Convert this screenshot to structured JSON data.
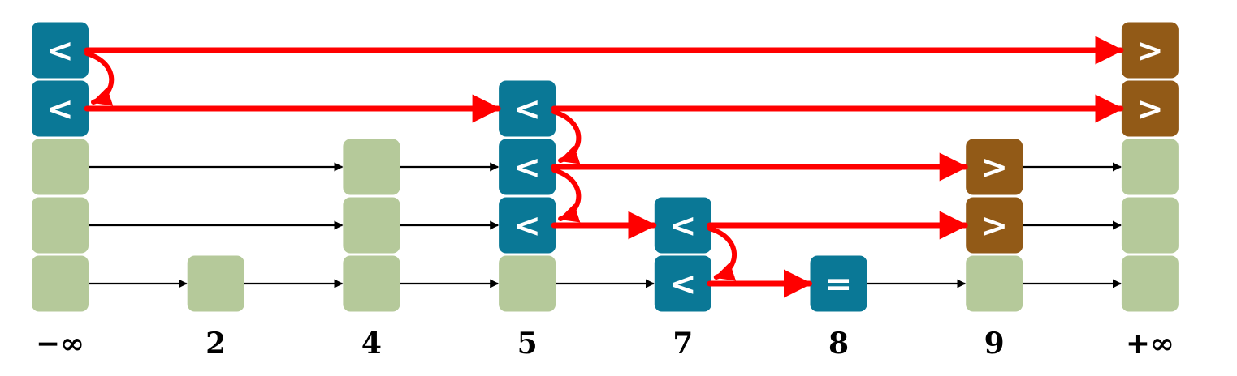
{
  "colors": {
    "empty_node": "#b5c99a",
    "less_node": "#0a7896",
    "greater_node": "#925a17",
    "equal_node": "#0a7896",
    "search_arrow": "#ff0000",
    "link_arrow": "#000000",
    "symbol_text": "#ffffff"
  },
  "symbols": {
    "less": "<",
    "greater": ">",
    "equal": "="
  },
  "columns": [
    {
      "key": "−∞",
      "height": 5
    },
    {
      "key": "2",
      "height": 1
    },
    {
      "key": "4",
      "height": 3
    },
    {
      "key": "5",
      "height": 4
    },
    {
      "key": "7",
      "height": 2
    },
    {
      "key": "8",
      "height": 1
    },
    {
      "key": "9",
      "height": 3
    },
    {
      "key": "+∞",
      "height": 5
    }
  ],
  "search_marks": [
    {
      "column": 0,
      "level": 4,
      "result": "less"
    },
    {
      "column": 0,
      "level": 3,
      "result": "less"
    },
    {
      "column": 3,
      "level": 3,
      "result": "less"
    },
    {
      "column": 3,
      "level": 2,
      "result": "less"
    },
    {
      "column": 3,
      "level": 1,
      "result": "less"
    },
    {
      "column": 4,
      "level": 1,
      "result": "less"
    },
    {
      "column": 4,
      "level": 0,
      "result": "less"
    },
    {
      "column": 5,
      "level": 0,
      "result": "equal"
    },
    {
      "column": 6,
      "level": 2,
      "result": "greater"
    },
    {
      "column": 6,
      "level": 1,
      "result": "greater"
    },
    {
      "column": 7,
      "level": 4,
      "result": "greater"
    },
    {
      "column": 7,
      "level": 3,
      "result": "greater"
    }
  ],
  "search_path": {
    "forward": [
      {
        "from": 0,
        "to": 7,
        "level": 4
      },
      {
        "from": 0,
        "to": 3,
        "level": 3
      },
      {
        "from": 3,
        "to": 7,
        "level": 3
      },
      {
        "from": 3,
        "to": 6,
        "level": 2
      },
      {
        "from": 3,
        "to": 4,
        "level": 1
      },
      {
        "from": 4,
        "to": 6,
        "level": 1
      },
      {
        "from": 4,
        "to": 5,
        "level": 0
      }
    ],
    "drops": [
      {
        "column": 0,
        "from_level": 4,
        "to_level": 3
      },
      {
        "column": 3,
        "from_level": 3,
        "to_level": 2
      },
      {
        "column": 3,
        "from_level": 2,
        "to_level": 1
      },
      {
        "column": 4,
        "from_level": 1,
        "to_level": 0
      }
    ]
  },
  "links": [
    {
      "from": 0,
      "to": 2,
      "level": 2
    },
    {
      "from": 2,
      "to": 3,
      "level": 2
    },
    {
      "from": 6,
      "to": 7,
      "level": 2
    },
    {
      "from": 0,
      "to": 2,
      "level": 1
    },
    {
      "from": 2,
      "to": 3,
      "level": 1
    },
    {
      "from": 6,
      "to": 7,
      "level": 1
    },
    {
      "from": 0,
      "to": 1,
      "level": 0
    },
    {
      "from": 1,
      "to": 2,
      "level": 0
    },
    {
      "from": 2,
      "to": 3,
      "level": 0
    },
    {
      "from": 3,
      "to": 4,
      "level": 0
    },
    {
      "from": 5,
      "to": 6,
      "level": 0
    },
    {
      "from": 6,
      "to": 7,
      "level": 0
    }
  ]
}
